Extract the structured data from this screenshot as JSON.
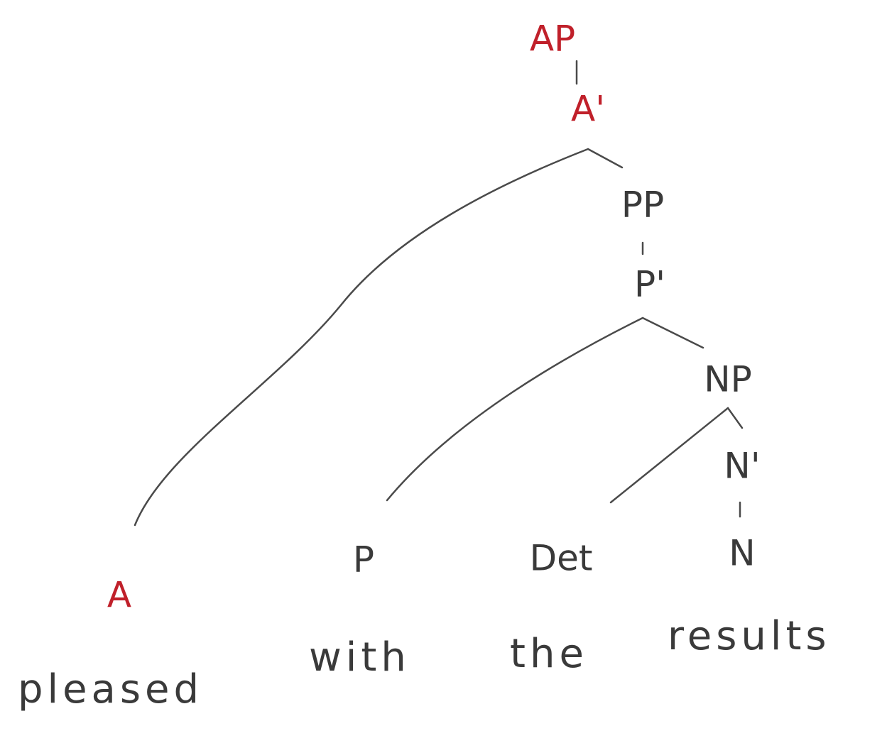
{
  "tree": {
    "nodes": {
      "ap": "AP",
      "a_bar": "A'",
      "pp": "PP",
      "p_bar": "P'",
      "np": "NP",
      "n_bar": "N'",
      "a": "A",
      "p": "P",
      "det": "Det",
      "n": "N"
    },
    "words": [
      "pleased",
      "with",
      "the",
      "results"
    ],
    "colors": {
      "adjective_nodes": "#c0202a",
      "other_nodes": "#3a3a3a",
      "branches": "#4a4a4a"
    }
  }
}
